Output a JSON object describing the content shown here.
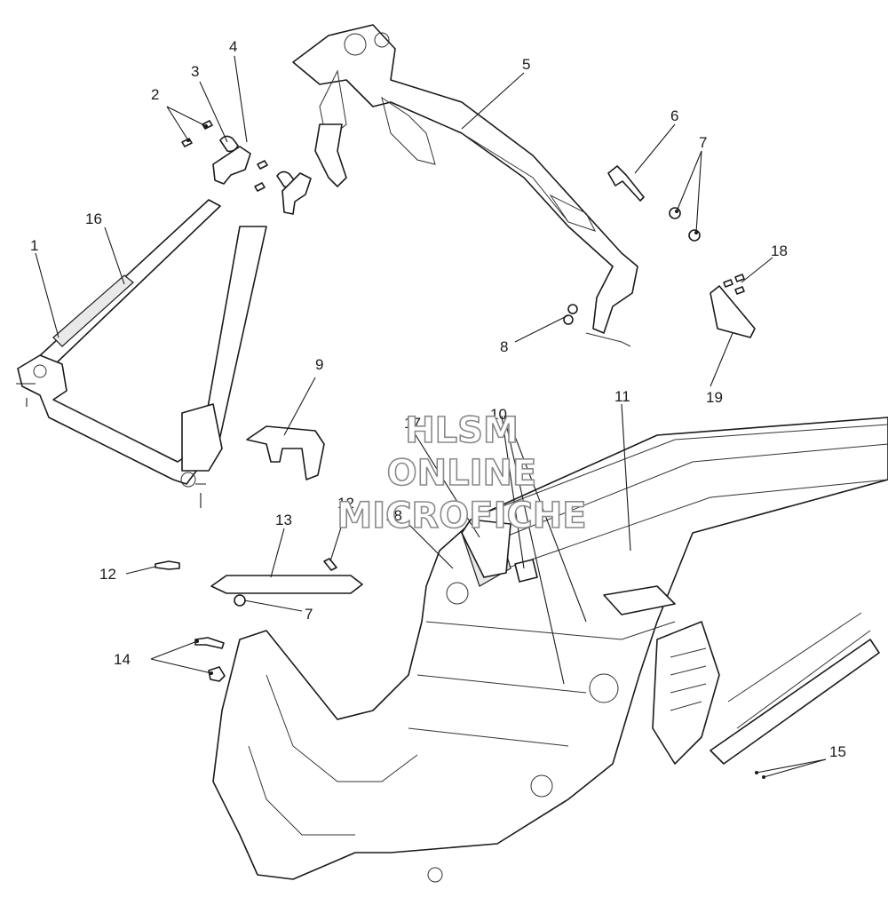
{
  "diagram": {
    "callouts": [
      "1",
      "2",
      "3",
      "4",
      "5",
      "6",
      "7",
      "7",
      "8",
      "9",
      "10",
      "11",
      "12",
      "12",
      "13",
      "14",
      "15",
      "16",
      "17",
      "18",
      "18",
      "19"
    ]
  },
  "watermark": {
    "line1": "HLSM",
    "line2": "ONLINE",
    "line3": "MICROFICHE"
  },
  "colors": {
    "ink": "#1a1a1a",
    "watermark_outline": "#8a8a8a",
    "background": "#ffffff"
  }
}
